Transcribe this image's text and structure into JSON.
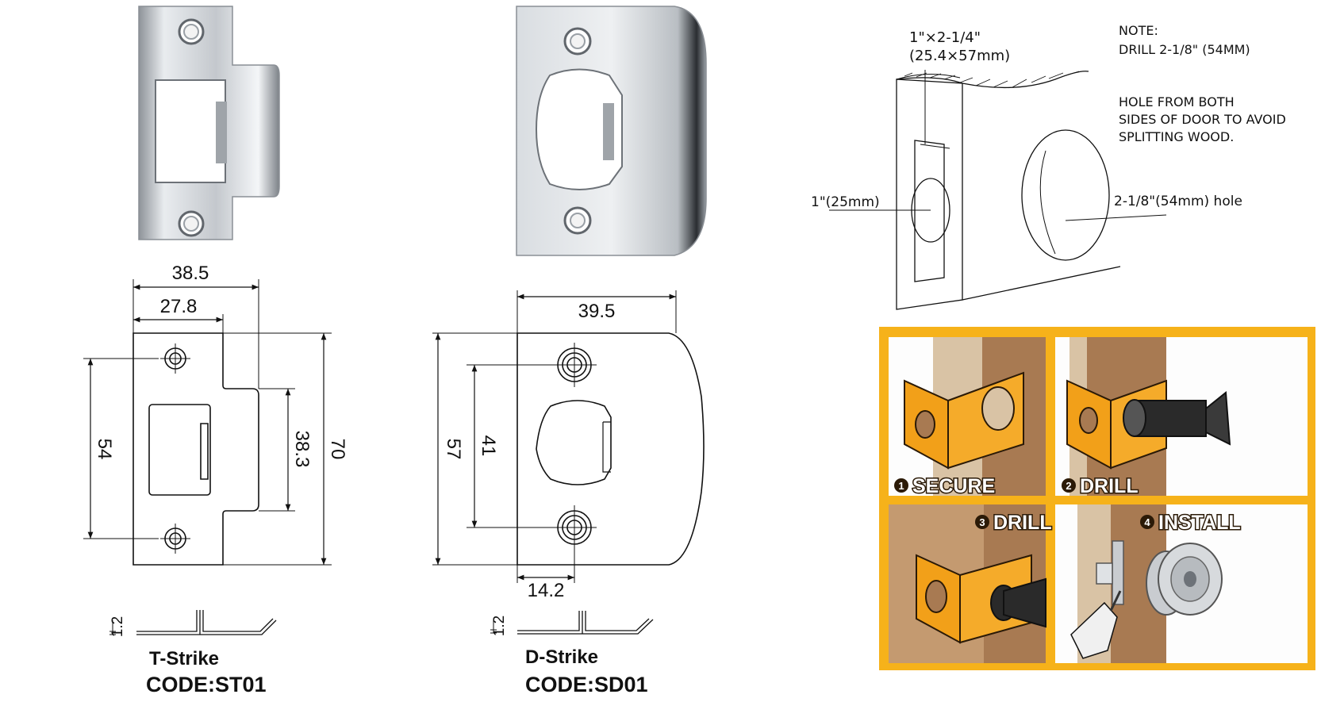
{
  "t_strike": {
    "name": "T-Strike",
    "code": "CODE:ST01",
    "dims": {
      "overall_width": "38.5",
      "plate_width": "27.8",
      "hole_spacing": "54",
      "lip_height": "38.3",
      "height": "70",
      "thickness": "1.2"
    }
  },
  "d_strike": {
    "name": "D-Strike",
    "code": "CODE:SD01",
    "dims": {
      "width": "39.5",
      "height": "57",
      "hole_spacing": "41",
      "hole_offset": "14.2",
      "thickness": "1.2"
    }
  },
  "door_diagram": {
    "edge_bore": "1\"×2-1/4\"",
    "edge_bore_mm": "(25.4×57mm)",
    "edge_hole": "1\"(25mm)",
    "face_hole": "2-1/8\"(54mm) hole",
    "note_lines": [
      "NOTE:",
      "DRILL 2-1/8\" (54MM)",
      "",
      "HOLE FROM BOTH",
      "SIDES OF DOOR TO AVOID",
      "SPLITTING WOOD."
    ]
  },
  "install_steps": [
    {
      "number": "1",
      "label": "SECURE"
    },
    {
      "number": "2",
      "label": "DRILL"
    },
    {
      "number": "3",
      "label": "DRILL"
    },
    {
      "number": "4",
      "label": "INSTALL"
    }
  ],
  "colors": {
    "panel_bg": "#f6b21a",
    "jig": "#f2a019",
    "wood": "#a87a52",
    "steel": "#c9ccd0"
  }
}
